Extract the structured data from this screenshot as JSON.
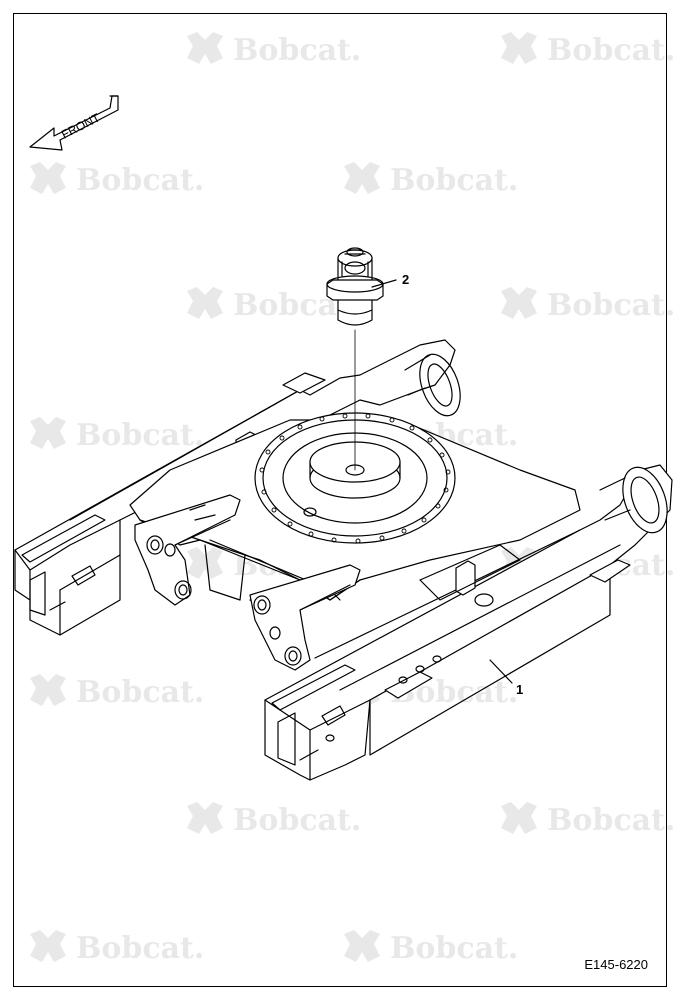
{
  "watermark": {
    "text": "Bobcat.",
    "icon": "bobcat-logo-icon",
    "color": "#e8e8e8"
  },
  "direction_arrow": {
    "label": "FRONT"
  },
  "callouts": [
    {
      "id": "1",
      "label": "1",
      "part": "undercarriage-frame"
    },
    {
      "id": "2",
      "label": "2",
      "part": "swivel-joint"
    }
  ],
  "reference": "E145-6220"
}
